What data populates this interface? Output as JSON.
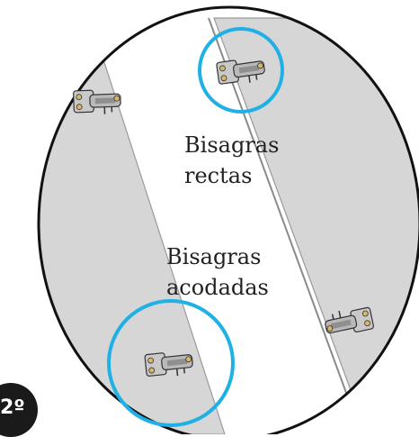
{
  "labels": {
    "straight_hinges": [
      "Bisagras",
      "rectas"
    ],
    "cranked_hinges": [
      "Bisagras",
      "acodadas"
    ]
  },
  "step_badge": "2º",
  "colors": {
    "panel": "#d6d6d6",
    "highlight_circle": "#1fb1e6",
    "outline": "#111111",
    "hinge_metal": "#b9b9b9"
  },
  "icons": [
    "hinge-icon"
  ]
}
